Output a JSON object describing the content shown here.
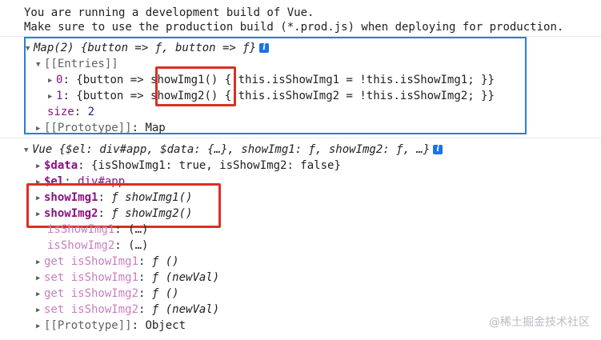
{
  "console": {
    "warning_line1": "You are running a development build of Vue.",
    "warning_line2": "Make sure to use the production build (*.prod.js) when deploying for production."
  },
  "map_entry": {
    "summary": "Map(2) {button => ƒ, button => ƒ}",
    "entries_label": "[[Entries]]",
    "entry0": {
      "index": "0",
      "prefix": "{button =>",
      "fn_name": "showImg1()",
      "body": "{ this.isShowImg1 = !this.isShowImg1; }}"
    },
    "entry1": {
      "index": "1",
      "prefix": "{button =>",
      "fn_name": "showImg2()",
      "body": "{ this.isShowImg2 = !this.isShowImg2; }}"
    },
    "size_key": "size",
    "size_value": "2",
    "prototype_label": "[[Prototype]]",
    "prototype_value": "Map"
  },
  "vue_entry": {
    "summary": "Vue {$el: div#app, $data: {…}, showImg1: ƒ, showImg2: ƒ, …}",
    "data_key": "$data",
    "data_value": "{isShowImg1: true, isShowImg2: false}",
    "el_key": "$el",
    "el_value": "div#app",
    "showImg1_key": "showImg1",
    "showImg1_value": "ƒ showImg1()",
    "showImg2_key": "showImg2",
    "showImg2_value": "ƒ showImg2()",
    "isShowImg1_key": "isShowImg1",
    "isShowImg1_value": "(…)",
    "isShowImg2_key": "isShowImg2",
    "isShowImg2_value": "(…)",
    "get1_key": "get isShowImg1",
    "get1_value": "ƒ ()",
    "set1_key": "set isShowImg1",
    "set1_value": "ƒ (newVal)",
    "get2_key": "get isShowImg2",
    "get2_value": "ƒ ()",
    "set2_key": "set isShowImg2",
    "set2_value": "ƒ (newVal)",
    "prototype_label": "[[Prototype]]",
    "prototype_value": "Object"
  },
  "info_glyph": "i",
  "icons": {
    "expanded": "▼",
    "collapsed": "▶"
  },
  "watermark": "@稀土掘金技术社区",
  "colors": {
    "highlight_box": "#2a7fd4",
    "annotation_box": "#d93025",
    "property_key": "#881280",
    "number": "#1a1aa6"
  }
}
